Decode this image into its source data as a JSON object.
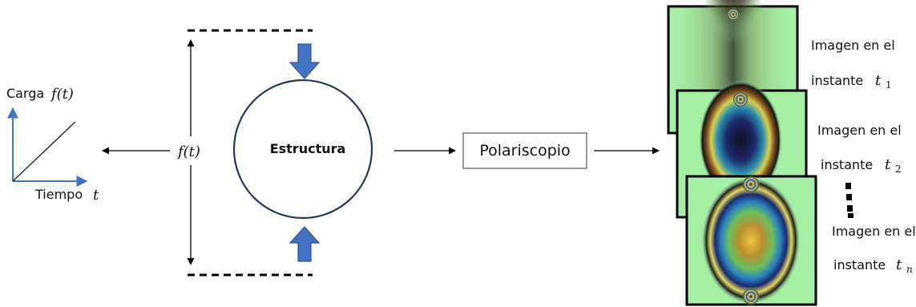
{
  "graph": {
    "ylabel_text": "Carga",
    "ylabel_math": "f(t)",
    "xlabel_text": "Tiempo",
    "xlabel_math": "t"
  },
  "load_label": "f(t)",
  "structure_label": "Estructura",
  "polariscope_label": "Polariscopio",
  "images": [
    {
      "line1": "Imagen en el",
      "line2": "instante",
      "var": "t",
      "sub": "1"
    },
    {
      "line1": "Imagen en el",
      "line2": "instante",
      "var": "t",
      "sub": "2"
    },
    {
      "line1": "Imagen en el",
      "line2": "instante",
      "var": "t",
      "sub": "n"
    }
  ],
  "colors": {
    "axis_blue": "#4472c4",
    "arrow_fill": "#4472c4",
    "arrow_edge": "#2f528f",
    "fringe_background": "#a6f0a6"
  }
}
